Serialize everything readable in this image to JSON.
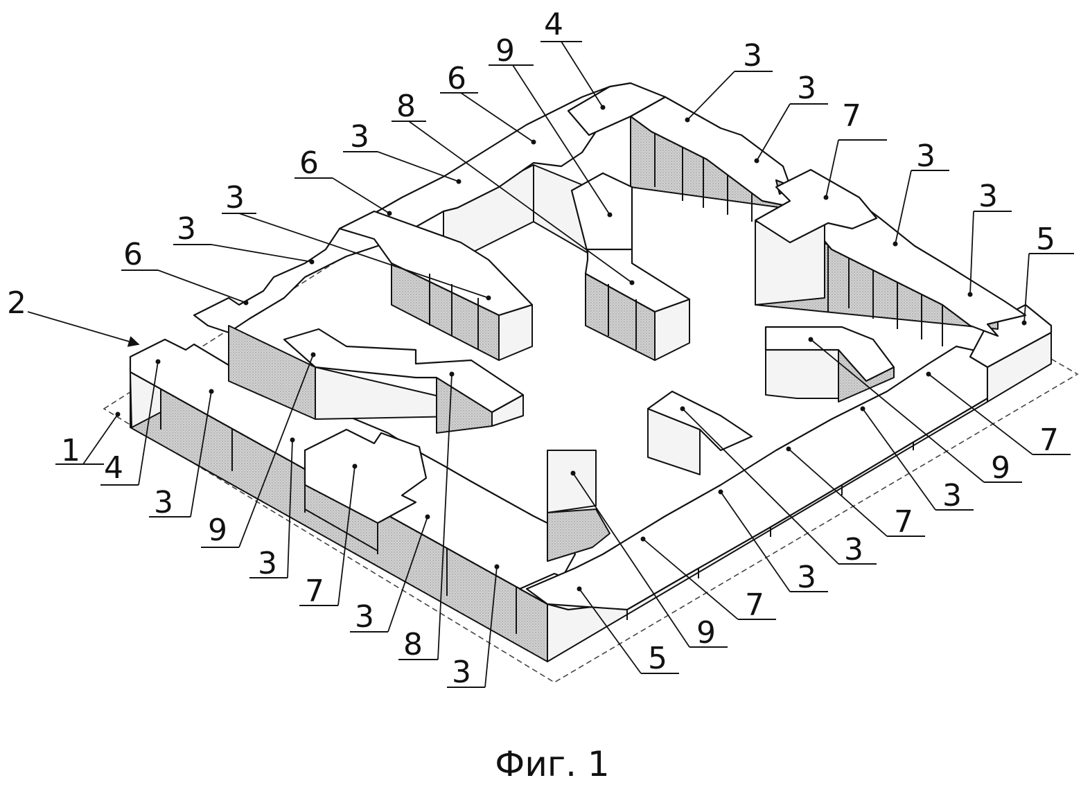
{
  "caption": "Фиг. 1",
  "callouts": [
    {
      "id": "c-2",
      "label": "2"
    },
    {
      "id": "c-1",
      "label": "1"
    },
    {
      "id": "c-4a",
      "label": "4"
    },
    {
      "id": "c-3a",
      "label": "3"
    },
    {
      "id": "c-9a",
      "label": "9"
    },
    {
      "id": "c-3b",
      "label": "3"
    },
    {
      "id": "c-7a",
      "label": "7"
    },
    {
      "id": "c-3c",
      "label": "3"
    },
    {
      "id": "c-8a",
      "label": "8"
    },
    {
      "id": "c-3d",
      "label": "3"
    },
    {
      "id": "c-5a",
      "label": "5"
    },
    {
      "id": "c-9b",
      "label": "9"
    },
    {
      "id": "c-7b",
      "label": "7"
    },
    {
      "id": "c-3e",
      "label": "3"
    },
    {
      "id": "c-3f",
      "label": "3"
    },
    {
      "id": "c-7c",
      "label": "7"
    },
    {
      "id": "c-3g",
      "label": "3"
    },
    {
      "id": "c-9c",
      "label": "9"
    },
    {
      "id": "c-7d",
      "label": "7"
    },
    {
      "id": "c-5b",
      "label": "5"
    },
    {
      "id": "c-3h",
      "label": "3"
    },
    {
      "id": "c-3i",
      "label": "3"
    },
    {
      "id": "c-7e",
      "label": "7"
    },
    {
      "id": "c-3j",
      "label": "3"
    },
    {
      "id": "c-3k",
      "label": "3"
    },
    {
      "id": "c-4b",
      "label": "4"
    },
    {
      "id": "c-9d",
      "label": "9"
    },
    {
      "id": "c-6a",
      "label": "6"
    },
    {
      "id": "c-8b",
      "label": "8"
    },
    {
      "id": "c-3l",
      "label": "3"
    },
    {
      "id": "c-6b",
      "label": "6"
    },
    {
      "id": "c-3m",
      "label": "3"
    },
    {
      "id": "c-3n",
      "label": "3"
    },
    {
      "id": "c-6c",
      "label": "6"
    }
  ]
}
